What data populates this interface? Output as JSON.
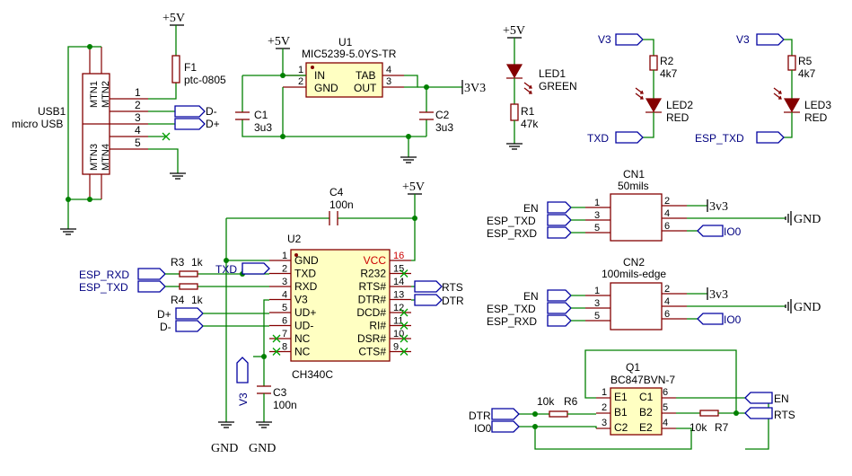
{
  "usb": {
    "ref": "USB1",
    "value": "micro USB",
    "mtn1": "MTN1",
    "mtn2": "MTN2",
    "mtn3": "MTN3",
    "mtn4": "MTN4",
    "pins": [
      "1",
      "2",
      "3",
      "4",
      "5"
    ],
    "dminus": "D-",
    "dplus": "D+"
  },
  "fuse": {
    "ref": "F1",
    "value": "ptc-0805"
  },
  "reg": {
    "ref": "U1",
    "value": "MIC5239-5.0YS-TR",
    "in": "IN",
    "gnd": "GND",
    "tab": "TAB",
    "out": "OUT",
    "p1": "1",
    "p2": "2",
    "p3": "3",
    "p4": "4"
  },
  "c1": {
    "ref": "C1",
    "value": "3u3"
  },
  "c2": {
    "ref": "C2",
    "value": "3u3"
  },
  "c3": {
    "ref": "C3",
    "value": "100n"
  },
  "c4": {
    "ref": "C4",
    "value": "100n"
  },
  "led1": {
    "ref": "LED1",
    "value": "GREEN"
  },
  "led2": {
    "ref": "LED2",
    "value": "RED"
  },
  "led3": {
    "ref": "LED3",
    "value": "RED"
  },
  "r1": {
    "ref": "R1",
    "value": "47k"
  },
  "r2": {
    "ref": "R2",
    "value": "4k7"
  },
  "r3": {
    "ref": "R3",
    "value": "1k"
  },
  "r4": {
    "ref": "R4",
    "value": "1k"
  },
  "r5": {
    "ref": "R5",
    "value": "4k7"
  },
  "r6": {
    "ref": "R6",
    "value": "10k"
  },
  "r7": {
    "ref": "R7",
    "value": "10k"
  },
  "power": {
    "p5v": "+5V",
    "p3v3": "3V3",
    "gnd": "GND",
    "v3": "V3",
    "p3v3_lc": "3v3"
  },
  "u2": {
    "ref": "U2",
    "value": "CH340C",
    "left": [
      "GND",
      "TXD",
      "RXD",
      "V3",
      "UD+",
      "UD-",
      "NC",
      "NC"
    ],
    "right": [
      "VCC",
      "R232",
      "RTS#",
      "DTR#",
      "DCD#",
      "RI#",
      "DSR#",
      "CTS#"
    ],
    "leftnum": [
      "1",
      "2",
      "3",
      "4",
      "5",
      "6",
      "7",
      "8"
    ],
    "rightnum": [
      "16",
      "15",
      "14",
      "13",
      "12",
      "11",
      "10",
      "9"
    ]
  },
  "nets": {
    "esp_rxd": "ESP_RXD",
    "esp_txd": "ESP_TXD",
    "txd": "TXD",
    "rts": "RTS",
    "dtr": "DTR",
    "dplus": "D+",
    "dminus": "D-",
    "en": "EN",
    "io0": "IO0"
  },
  "cn1": {
    "ref": "CN1",
    "value": "50mils"
  },
  "cn2": {
    "ref": "CN2",
    "value": "100mils-edge"
  },
  "cn_left": [
    "1",
    "3",
    "5"
  ],
  "cn_right": [
    "2",
    "4",
    "6"
  ],
  "q1": {
    "ref": "Q1",
    "value": "BC847BVN-7",
    "e1": "E1",
    "b1": "B1",
    "c2": "C2",
    "c1": "C1",
    "b2": "B2",
    "e2": "E2",
    "lp": [
      "1",
      "2",
      "3"
    ],
    "rp": [
      "6",
      "5",
      "4"
    ]
  },
  "colors": {
    "wire": "#008000",
    "component": "#840000",
    "ic_fill": "#ffffc2",
    "port": "#0000a0",
    "vcc_pin": "#cc0000"
  }
}
